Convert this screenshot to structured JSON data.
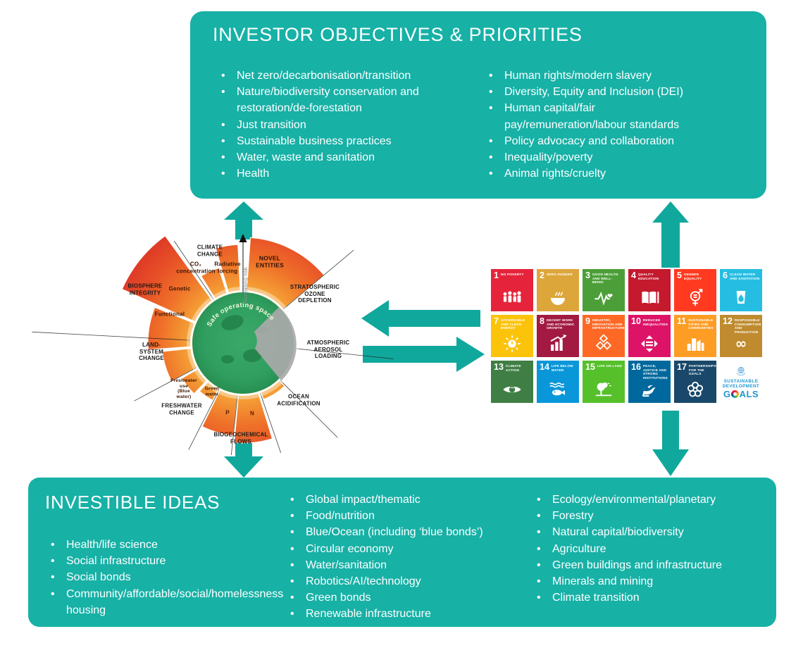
{
  "colors": {
    "box_teal": "#17b1a6",
    "arrow_teal": "#10a89c",
    "safe_green": "#2f9e5f",
    "wedge_red": "#dc3627",
    "sdg_blue": "#1f97d4"
  },
  "top_box": {
    "title": "INVESTOR OBJECTIVES & PRIORITIES",
    "col1": [
      "Net zero/decarbonisation/transition",
      "Nature/biodiversity conservation and restoration/de-forestation",
      "Just transition",
      "Sustainable business practices",
      "Water, waste and sanitation",
      "Health"
    ],
    "col2": [
      "Human rights/modern slavery",
      "Diversity, Equity and Inclusion (DEI)",
      "Human capital/fair pay/remuneration/labour standards",
      "Policy advocacy and collaboration",
      "Inequality/poverty",
      "Animal rights/cruelty"
    ]
  },
  "bottom_box": {
    "title": "INVESTIBLE IDEAS",
    "col1": [
      "Health/life science",
      "Social infrastructure",
      "Social bonds",
      "Community/affordable/social/homelessness housing"
    ],
    "col2": [
      "Global impact/thematic",
      "Food/nutrition",
      "Blue/Ocean (including ‘blue bonds’)",
      "Circular economy",
      "Water/sanitation",
      "Robotics/AI/technology",
      "Green bonds",
      "Renewable infrastructure"
    ],
    "col3": [
      "Ecology/environmental/planetary",
      "Forestry",
      "Natural capital/biodiversity",
      "Agriculture",
      "Green buildings and infrastructure",
      "Minerals and mining",
      "Climate transition"
    ]
  },
  "boundaries": {
    "climate": "CLIMATE CHANGE",
    "co2": "CO₂\nconcentration",
    "radiative": "Radiative\nforcing",
    "novel": "NOVEL ENTITIES",
    "increasing_risk": "Increasing risk",
    "safe_space": "Safe operating space",
    "stratospheric": "STRATOSPHERIC\nOZONE DEPLETION",
    "aerosol": "ATMOSPHERIC\nAEROSOL\nLOADING",
    "ocean": "OCEAN\nACIDIFICATION",
    "biogeo": "BIOGEOCHEMICAL\nFLOWS",
    "p": "P",
    "n": "N",
    "freshwater": "FRESHWATER CHANGE",
    "blue_water": "Freshwater use\n(Blue water)",
    "green_water": "Green\nwater",
    "land": "LAND-SYSTEM\nCHANGE",
    "biosphere": "BIOSPHERE\nINTEGRITY",
    "genetic": "Genetic",
    "functional": "Functional"
  },
  "sdg": {
    "tiles": [
      {
        "num": "1",
        "title": "NO POVERTY",
        "color": "#E5243B",
        "icon": "people-icon"
      },
      {
        "num": "2",
        "title": "ZERO HUNGER",
        "color": "#DDA63A",
        "icon": "bowl-icon"
      },
      {
        "num": "3",
        "title": "GOOD HEALTH AND WELL-BEING",
        "color": "#4C9F38",
        "icon": "heartbeat-icon"
      },
      {
        "num": "4",
        "title": "QUALITY EDUCATION",
        "color": "#C5192D",
        "icon": "book-icon"
      },
      {
        "num": "5",
        "title": "GENDER EQUALITY",
        "color": "#FF3A21",
        "icon": "gender-icon"
      },
      {
        "num": "6",
        "title": "CLEAN WATER AND SANITATION",
        "color": "#26BDE2",
        "icon": "water-icon"
      },
      {
        "num": "7",
        "title": "AFFORDABLE AND CLEAN ENERGY",
        "color": "#FCC30B",
        "icon": "sun-icon"
      },
      {
        "num": "8",
        "title": "DECENT WORK AND ECONOMIC GROWTH",
        "color": "#A21942",
        "icon": "growth-icon"
      },
      {
        "num": "9",
        "title": "INDUSTRY, INNOVATION AND INFRASTRUCTURE",
        "color": "#FD6925",
        "icon": "cubes-icon"
      },
      {
        "num": "10",
        "title": "REDUCED INEQUALITIES",
        "color": "#DD1367",
        "icon": "equality-icon"
      },
      {
        "num": "11",
        "title": "SUSTAINABLE CITIES AND COMMUNITIES",
        "color": "#FD9D24",
        "icon": "city-icon"
      },
      {
        "num": "12",
        "title": "RESPONSIBLE CONSUMPTION AND PRODUCTION",
        "color": "#BF8B2E",
        "icon": "infinity-icon"
      },
      {
        "num": "13",
        "title": "CLIMATE ACTION",
        "color": "#3F7E44",
        "icon": "eye-icon"
      },
      {
        "num": "14",
        "title": "LIFE BELOW WATER",
        "color": "#0A97D9",
        "icon": "fish-icon"
      },
      {
        "num": "15",
        "title": "LIFE ON LAND",
        "color": "#56C02B",
        "icon": "tree-icon"
      },
      {
        "num": "16",
        "title": "PEACE, JUSTICE AND STRONG INSTITUTIONS",
        "color": "#00689D",
        "icon": "dove-icon"
      },
      {
        "num": "17",
        "title": "PARTNERSHIPS FOR THE GOALS",
        "color": "#19486A",
        "icon": "rings-icon"
      }
    ],
    "logo": {
      "emblem": "un-emblem-icon",
      "lines": [
        "SUSTAINABLE",
        "DEVELOPMENT",
        "GOALS"
      ]
    }
  }
}
